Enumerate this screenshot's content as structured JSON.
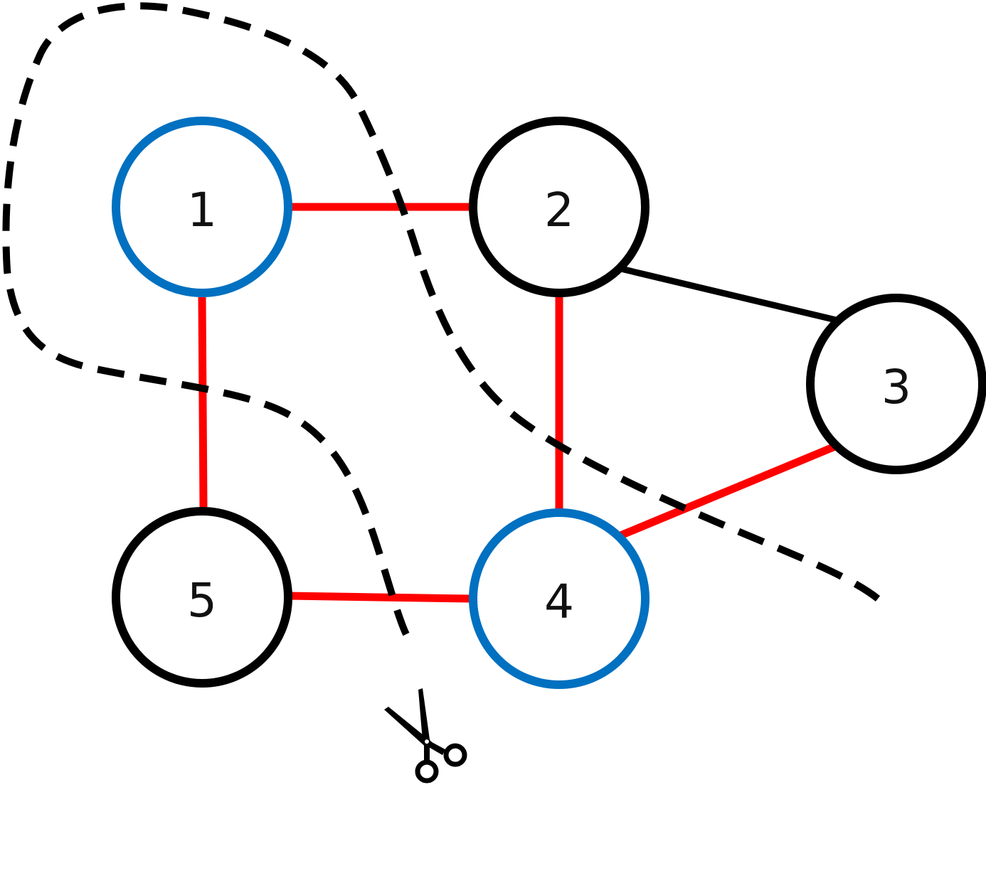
{
  "colors": {
    "background": "#ffffff",
    "default_stroke": "#000000",
    "cut_edge": "#ff0000",
    "highlighted_node": "#0070c0",
    "cut_line": "#000000"
  },
  "nodes": [
    {
      "id": "1",
      "label": "1",
      "highlighted": true
    },
    {
      "id": "2",
      "label": "2",
      "highlighted": false
    },
    {
      "id": "3",
      "label": "3",
      "highlighted": false
    },
    {
      "id": "4",
      "label": "4",
      "highlighted": true
    },
    {
      "id": "5",
      "label": "5",
      "highlighted": false
    }
  ],
  "edges": [
    {
      "from": "1",
      "to": "2",
      "cut": true
    },
    {
      "from": "1",
      "to": "5",
      "cut": true
    },
    {
      "from": "2",
      "to": "4",
      "cut": true
    },
    {
      "from": "2",
      "to": "3",
      "cut": false
    },
    {
      "from": "3",
      "to": "4",
      "cut": true
    },
    {
      "from": "5",
      "to": "4",
      "cut": true
    }
  ],
  "icons": {
    "cut_marker": "scissors-icon"
  }
}
